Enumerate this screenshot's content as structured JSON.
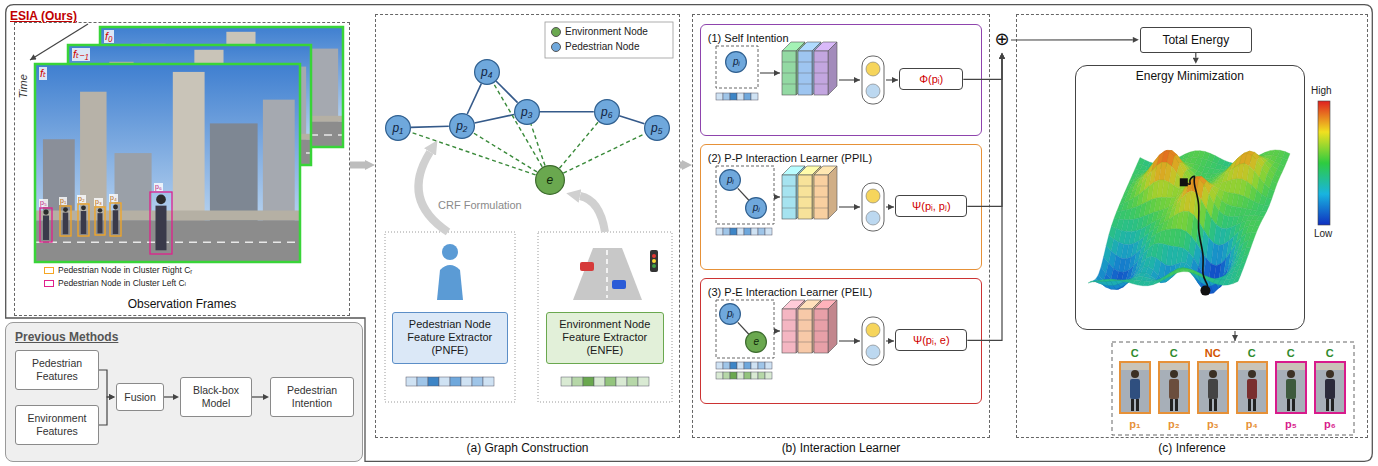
{
  "diagram": {
    "nodes": [
      {
        "text": [
          "ESIA (Ours)"
        ]
      },
      {
        "text": [
          "Observation Frames"
        ],
        "in": 0
      },
      {
        "text": [
          "Previous Methods"
        ]
      },
      {
        "text": [
          "Pedestrian Features"
        ],
        "in": 2
      },
      {
        "text": [
          "Environment Features"
        ],
        "in": 2
      },
      {
        "text": [
          "Fusion"
        ],
        "in": 2
      },
      {
        "text": [
          "Black-box Model"
        ],
        "in": 2
      },
      {
        "text": [
          "Pedestrian Intention"
        ],
        "in": 2
      },
      {
        "text": [
          "(a) Graph Construction"
        ],
        "in": 0
      },
      {
        "text": [
          "p₁"
        ],
        "in": 8
      },
      {
        "text": [
          "p₂"
        ],
        "in": 8
      },
      {
        "text": [
          "p₄"
        ],
        "in": 8
      },
      {
        "text": [
          "p₃"
        ],
        "in": 8
      },
      {
        "text": [
          "p₆"
        ],
        "in": 8
      },
      {
        "text": [
          "p₅"
        ],
        "in": 8
      },
      {
        "text": [
          "e"
        ],
        "in": 8
      },
      {
        "text": [
          "Pedestrian Node Feature Extractor (PNFE)"
        ],
        "in": 8
      },
      {
        "text": [
          "Environment Node Feature Extractor (ENFE)"
        ],
        "in": 8
      },
      {
        "text": [
          "(b) Interaction Learner"
        ],
        "in": 0
      },
      {
        "text": [
          "(1) Self Intention"
        ],
        "in": 18
      },
      {
        "text": [
          "pᵢ"
        ],
        "in": 19
      },
      {
        "text": [
          "Φ(pᵢ)"
        ],
        "in": 19
      },
      {
        "text": [
          "(2) P-P Interaction Learner (PPIL)"
        ],
        "in": 18
      },
      {
        "text": [
          "pᵢ"
        ],
        "in": 22
      },
      {
        "text": [
          "pⱼ"
        ],
        "in": 22
      },
      {
        "text": [
          "Ψ(pᵢ, pⱼ)"
        ],
        "in": 22
      },
      {
        "text": [
          "(3) P-E Interaction Learner (PEIL)"
        ],
        "in": 18
      },
      {
        "text": [
          "pᵢ"
        ],
        "in": 26
      },
      {
        "text": [
          "e"
        ],
        "in": 26
      },
      {
        "text": [
          "Ψ(pᵢ, e)"
        ],
        "in": 26
      },
      {
        "text": [
          "⊕"
        ],
        "in": 0
      },
      {
        "text": [
          "(c) Inference"
        ],
        "in": 0
      },
      {
        "text": [
          "Total Energy"
        ],
        "in": 31
      },
      {
        "text": [
          "Energy Minimization"
        ],
        "in": 31
      },
      {
        "text": [
          "C",
          "p₁"
        ],
        "in": 31
      },
      {
        "text": [
          "C",
          "p₂"
        ],
        "in": 31
      },
      {
        "text": [
          "NC",
          "p₃"
        ],
        "in": 31
      },
      {
        "text": [
          "C",
          "p₄"
        ],
        "in": 31
      },
      {
        "text": [
          "C",
          "p₅"
        ],
        "in": 31
      },
      {
        "text": [
          "C",
          "p₆"
        ],
        "in": 31
      }
    ],
    "edges": [
      {
        "from": 3,
        "to": 5,
        "arrow": "to"
      },
      {
        "from": 4,
        "to": 5,
        "arrow": "to"
      },
      {
        "from": 5,
        "to": 6,
        "arrow": "to"
      },
      {
        "from": 6,
        "to": 7,
        "arrow": "to"
      },
      {
        "from": 1,
        "to": 8,
        "arrow": "to"
      },
      {
        "from": 8,
        "to": 18,
        "arrow": "to"
      },
      {
        "from": 9,
        "to": 10,
        "arrow": "none"
      },
      {
        "from": 10,
        "to": 11,
        "arrow": "none"
      },
      {
        "from": 10,
        "to": 12,
        "arrow": "none"
      },
      {
        "from": 11,
        "to": 12,
        "arrow": "none"
      },
      {
        "from": 12,
        "to": 13,
        "arrow": "none"
      },
      {
        "from": 13,
        "to": 14,
        "arrow": "none"
      },
      {
        "from": 15,
        "to": 9,
        "arrow": "none"
      },
      {
        "from": 15,
        "to": 10,
        "arrow": "none"
      },
      {
        "from": 15,
        "to": 11,
        "arrow": "none"
      },
      {
        "from": 15,
        "to": 12,
        "arrow": "none"
      },
      {
        "from": 15,
        "to": 13,
        "arrow": "none"
      },
      {
        "from": 15,
        "to": 14,
        "arrow": "none"
      },
      {
        "from": 23,
        "to": 24,
        "arrow": "none"
      },
      {
        "from": 27,
        "to": 28,
        "arrow": "none"
      },
      {
        "from": 21,
        "to": 30,
        "arrow": "to"
      },
      {
        "from": 25,
        "to": 30,
        "arrow": "to"
      },
      {
        "from": 29,
        "to": 30,
        "arrow": "to"
      },
      {
        "from": 30,
        "to": 32,
        "arrow": "to"
      },
      {
        "from": 32,
        "to": 33,
        "arrow": "to"
      }
    ],
    "labels": [
      "Time",
      "f₀",
      "fₜ₋₁",
      "fₜ",
      "p₁",
      "p₂",
      "p₃",
      "p₄",
      "p₅",
      "p₆",
      "CRF Formulation",
      "High",
      "Low"
    ],
    "legend": [
      {
        "text": "Pedestrian Node in Cluster Right Cᵣ",
        "color": "#f5a623"
      },
      {
        "text": "Pedestrian Node in Cluster Left Cₗ",
        "color": "#e0208c"
      },
      {
        "text": "Environment Node",
        "color": "#6aa84f"
      },
      {
        "text": "Pedestrian Node",
        "color": "#6fa8dc"
      }
    ]
  }
}
